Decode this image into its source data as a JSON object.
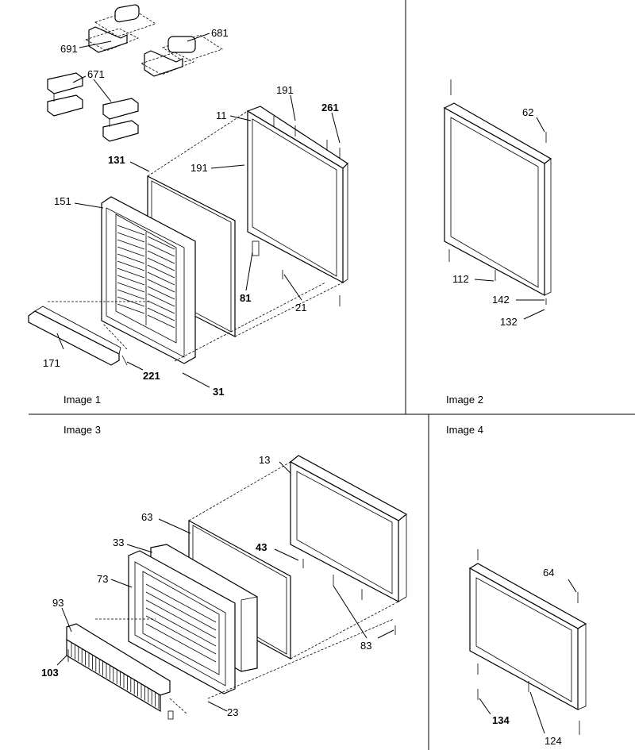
{
  "panels": [
    {
      "id": "image-1",
      "caption": "Image 1"
    },
    {
      "id": "image-2",
      "caption": "Image 2"
    },
    {
      "id": "image-3",
      "caption": "Image 3"
    },
    {
      "id": "image-4",
      "caption": "Image 4"
    }
  ],
  "callouts": {
    "p691": "691",
    "p681": "681",
    "p671": "671",
    "p191a": "191",
    "p11": "11",
    "p261": "261",
    "p131": "131",
    "p191b": "191",
    "p151": "151",
    "p81": "81",
    "p21": "21",
    "p171": "171",
    "p221": "221",
    "p31": "31",
    "p62": "62",
    "p112": "112",
    "p142": "142",
    "p132": "132",
    "p13": "13",
    "p63": "63",
    "p33": "33",
    "p43": "43",
    "p73": "73",
    "p93": "93",
    "p103": "103",
    "p83": "83",
    "p23": "23",
    "p64": "64",
    "p134": "134",
    "p124": "124"
  }
}
